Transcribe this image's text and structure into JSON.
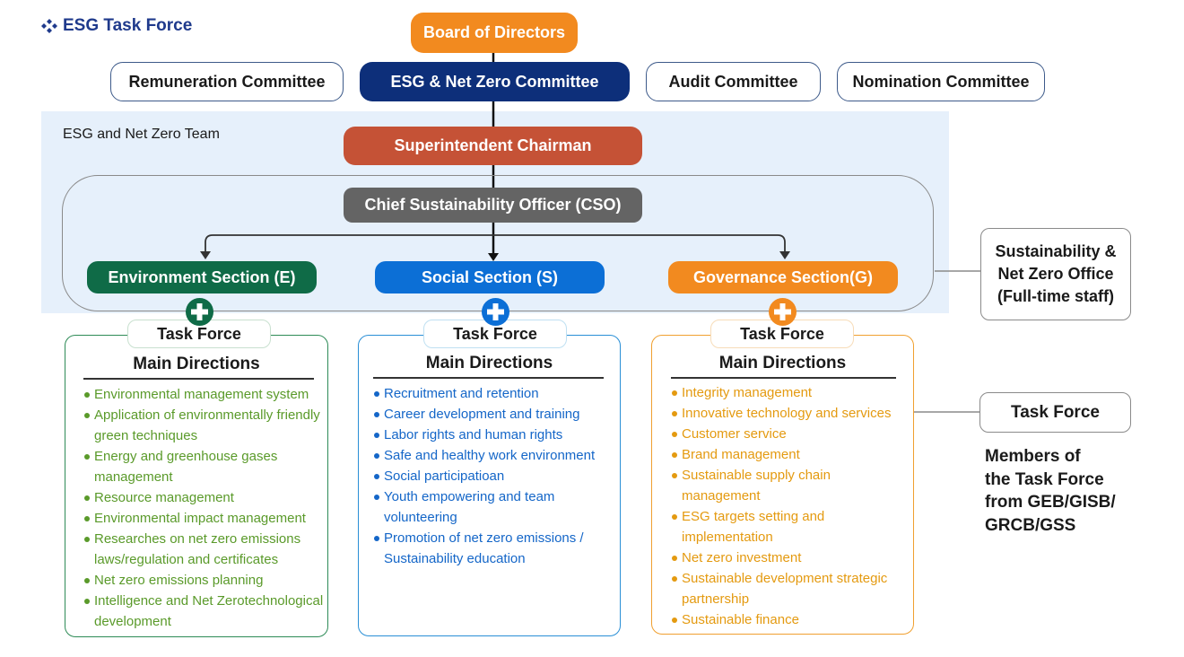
{
  "brand": {
    "title": "ESG Task Force",
    "icon": "diamond-cluster-icon",
    "color": "#1f3a8c"
  },
  "board": {
    "label": "Board of Directors",
    "color": "#f28a1f"
  },
  "committees": {
    "remuneration": "Remuneration Committee",
    "esg": "ESG & Net Zero Committee",
    "audit": "Audit Committee",
    "nomination": "Nomination Committee"
  },
  "team": {
    "label": "ESG and Net Zero Team",
    "superintendent": "Superintendent  Chairman",
    "cso": "Chief Sustainability Officer (CSO)"
  },
  "sections": {
    "environment": {
      "label": "Environment Section (E)",
      "color": "#0f6b47"
    },
    "social": {
      "label": "Social Section (S)",
      "color": "#0c6fd6"
    },
    "governance": {
      "label": "Governance Section(G)",
      "color": "#f28a1f"
    }
  },
  "task_force_label": "Task Force",
  "main_directions_label": "Main Directions",
  "directions": {
    "environment": [
      "Environmental management system",
      "Application of environmentally friendly green techniques",
      "Energy and greenhouse gases management",
      "Resource management",
      "Environmental impact management",
      "Researches on net zero emissions laws/regulation and certificates",
      "Net zero emissions planning",
      "Intelligence and Net Zerotechnological development"
    ],
    "social": [
      "Recruitment and retention",
      "Career development and training",
      "Labor rights and human rights",
      "Safe and healthy work environment",
      "Social participatioan",
      "Youth empowering and team volunteering",
      "Promotion of net zero emissions / Sustainability education"
    ],
    "governance": [
      "Integrity management",
      "Innovative technology and services",
      "Customer service",
      "Brand management",
      "Sustainable supply chain management",
      "ESG targets setting and implementation",
      "Net zero investment",
      "Sustainable development strategic partnership",
      "Sustainable finance"
    ]
  },
  "office": {
    "line1": "Sustainability &",
    "line2": "Net Zero Office",
    "line3": "(Full-time staff)"
  },
  "side_task_force": {
    "label": "Task Force",
    "members_line1": "Members of",
    "members_line2": "the Task Force",
    "members_line3": "from GEB/GISB/",
    "members_line4": "GRCB/GSS"
  }
}
